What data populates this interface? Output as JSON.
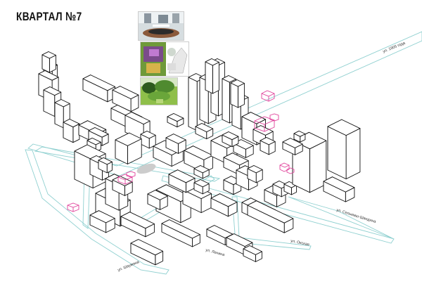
{
  "title": "КВАРТАЛ №7",
  "streets": [
    {
      "name": "ул. 1905 года"
    },
    {
      "name": "ул. Сельмаш-Шандина"
    },
    {
      "name": "ул. Окская"
    },
    {
      "name": "ул. Ленина"
    },
    {
      "name": "ул. Шаумяна"
    }
  ],
  "photos": [
    {
      "name": "plaza-photo",
      "palette": [
        "#c9d3d8",
        "#8a5a3c",
        "#2b2b2b"
      ]
    },
    {
      "name": "pavilion-photo",
      "palette": [
        "#7a4b8a",
        "#d7b34a",
        "#6f9a3a"
      ]
    },
    {
      "name": "park-photo",
      "palette": [
        "#4f8a2f",
        "#8fbf4a",
        "#2d5a1e"
      ]
    }
  ],
  "colors": {
    "road": "#8fd0d0",
    "building": "#111111",
    "highlight": "#e0409a",
    "pond": "#cccccc"
  }
}
